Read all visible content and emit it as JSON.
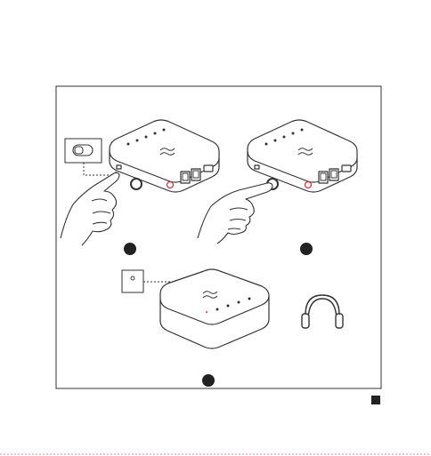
{
  "page": {
    "background": "#ffffff",
    "line_color": "#333333",
    "accent_red": "#d2323c",
    "marker_color": "#222222",
    "dotted_rule_color": "#e08a8a"
  },
  "steps": [
    {
      "id": 1,
      "description_icons": [
        "slide-switch-icon",
        "power-button",
        "adapter-box"
      ]
    },
    {
      "id": 2,
      "description_icons": [
        "finger-press",
        "power-button",
        "adapter-box"
      ]
    },
    {
      "id": 3,
      "description_icons": [
        "pairing-indicator",
        "adapter-box",
        "headphones-icon"
      ]
    }
  ],
  "icons": {
    "slide_switch": "slide-switch-icon",
    "pairing_indicator": "pairing-indicator-icon",
    "headphones": "headphones-icon",
    "page_marker": "square-marker-icon"
  }
}
